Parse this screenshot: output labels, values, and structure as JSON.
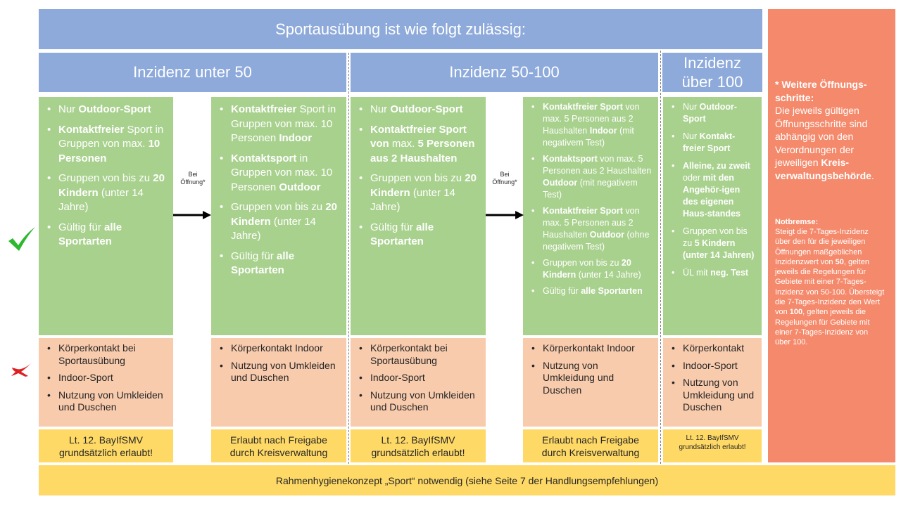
{
  "header": {
    "title": "Sportausübung ist wie folgt zulässig:"
  },
  "columns": {
    "under50": {
      "title": "Inzidenz unter 50"
    },
    "range50_100": {
      "title": "Inzidenz 50-100"
    },
    "over100": {
      "title_line1": "Inzidenz",
      "title_line2": "über 100"
    }
  },
  "arrows": {
    "label_line1": "Bei",
    "label_line2": "Öffnung*"
  },
  "allowed": {
    "col1": [
      [
        "Nur ",
        "Outdoor-Sport"
      ],
      [
        "Kontaktfreier",
        " Sport in Gruppen von max. ",
        "10 Personen"
      ],
      [
        "Gruppen von bis zu ",
        "20 Kindern",
        " (unter 14 Jahre)"
      ],
      [
        "Gültig für ",
        "alle Sportarten"
      ]
    ],
    "col2": [
      [
        "Kontaktfreier",
        " Sport in Gruppen von max. 10 Personen ",
        "Indoor"
      ],
      [
        "Kontaktsport",
        " in Gruppen von max. 10 Personen ",
        "Outdoor"
      ],
      [
        "Gruppen von bis zu ",
        "20 Kindern",
        " (unter 14 Jahre)"
      ],
      [
        "Gültig für ",
        "alle Sportarten"
      ]
    ],
    "col3": [
      [
        "Nur ",
        "Outdoor-Sport"
      ],
      [
        "Kontaktfreier Sport von",
        " max. ",
        "5 Personen aus 2 Haushalten"
      ],
      [
        "Gruppen von bis zu ",
        "20 Kindern",
        " (unter 14 Jahre)"
      ],
      [
        "Gültig für ",
        "alle Sportarten"
      ]
    ],
    "col4": [
      [
        "Kontaktfreier Sport",
        " von max. 5 Personen aus 2 Haushalten ",
        "Indoor",
        " (mit negativem Test)"
      ],
      [
        "Kontaktsport",
        " von max. 5 Personen aus 2 Haushalten ",
        "Outdoor",
        " (mit negativem Test)"
      ],
      [
        "Kontaktfreier Sport",
        " von max. 5 Personen aus 2 Haushalten ",
        "Outdoor",
        " (ohne negativem Test)"
      ],
      [
        "Gruppen von bis zu ",
        "20 Kindern",
        " (unter 14 Jahre)"
      ],
      [
        "Gültig für ",
        "alle Sportarten"
      ]
    ],
    "col5": [
      [
        "Nur ",
        "Outdoor-Sport"
      ],
      [
        "Nur ",
        "Kontakt-freier Sport"
      ],
      [
        "Alleine, zu zweit",
        " oder ",
        "mit den Angehör-igen des eigenen Haus-standes"
      ],
      [
        "Gruppen von bis zu ",
        "5 Kindern (unter 14 Jahren)"
      ],
      [
        "ÜL mit ",
        "neg. Test"
      ]
    ]
  },
  "forbidden": {
    "col1": [
      "Körperkontakt bei Sportausübung",
      "Indoor-Sport",
      "Nutzung von Umkleiden und Duschen"
    ],
    "col2": [
      "Körperkontakt Indoor",
      "Nutzung von Umkleiden und Duschen"
    ],
    "col3": [
      "Körperkontakt bei Sportausübung",
      "Indoor-Sport",
      "Nutzung von Umkleiden und Duschen"
    ],
    "col4": [
      "Körperkontakt Indoor",
      "Nutzung von Umkleidung und Duschen"
    ],
    "col5": [
      "Körperkontakt",
      "Indoor-Sport",
      "Nutzung von Umkleidung und Duschen"
    ]
  },
  "notes": {
    "col1": {
      "line1": "Lt. 12. BayIfSMV",
      "line2": "grundsätzlich erlaubt!"
    },
    "col2": {
      "line1": "Erlaubt nach Freigabe",
      "line2": "durch Kreisverwaltung"
    },
    "col3": {
      "line1": "Lt. 12. BayIfSMV",
      "line2": "grundsätzlich erlaubt!"
    },
    "col4": {
      "line1": "Erlaubt nach Freigabe",
      "line2": "durch Kreisverwaltung"
    },
    "col5": {
      "line1": "Lt. 12. BayIfSMV",
      "line2": "grundsätzlich erlaubt!"
    }
  },
  "footer": {
    "text": "Rahmenhygienekonzept „Sport“ notwendig (siehe Seite 7 der Handlungsempfehlungen)"
  },
  "side_panel": {
    "heading_star": "* Weitere Öffnungs-schritte:",
    "intro_pre": "Die jeweils gültigen Öffnungsschritte sind abhängig von den Verordnungen der jeweiligen ",
    "intro_bold": "Kreis-verwaltungsbehörde",
    "intro_post": ".",
    "notbremse_title": "Notbremse:",
    "notbremse_p1": "Steigt die 7-Tages-Inzidenz über den für die jeweiligen Öffnungen maßgeblichen Inzidenzwert von ",
    "notbremse_b1": "50",
    "notbremse_p2": ", gelten jeweils die Regelungen für Gebiete mit einer 7-Tages-Inzidenz von 50-100. Übersteigt die 7-Tages-Inzidenz den Wert von ",
    "notbremse_b2": "100",
    "notbremse_p3": ", gelten jeweils die Regelungen für Gebiete mit einer 7-Tages-Inzidenz von über 100."
  },
  "colors": {
    "blue": "#8eaadb",
    "green": "#a9d18e",
    "peach": "#f8cbad",
    "yellow": "#ffd966",
    "orange": "#f4896b",
    "check": "#2db82d",
    "cross": "#e02020"
  },
  "icons": {
    "allowed": "checkmark-icon",
    "forbidden": "cross-icon"
  }
}
